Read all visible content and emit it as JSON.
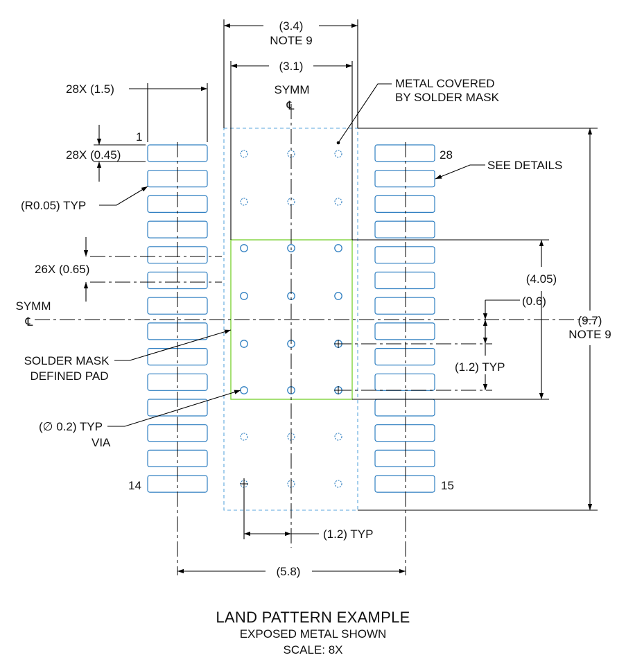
{
  "colors": {
    "pad": "#2f7fc1",
    "solder_mask_line": "#5aa5dd",
    "green_pad": "#7fd33a",
    "line": "#000000"
  },
  "pins": {
    "pin1": "1",
    "pin14": "14",
    "pin15": "15",
    "pin28": "28"
  },
  "symm": {
    "top_text": "SYMM",
    "left_text": "SYMM",
    "cl_glyph": "℄"
  },
  "dimensions": {
    "width_outer": "(3.4)",
    "width_outer_note": "NOTE 9",
    "width_inner": "(3.1)",
    "pad_length": "28X (1.5)",
    "pad_width": "28X (0.45)",
    "pitch": "26X (0.65)",
    "thermal_height": "(4.05)",
    "half_pitch": "(0.6)",
    "via_pitch_v": "(1.2) TYP",
    "total_height": "(9.7)",
    "total_height_note": "NOTE 9",
    "via_pitch_h": "(1.2) TYP",
    "span": "(5.8)"
  },
  "labels": {
    "metal_covered_1": "METAL COVERED",
    "metal_covered_2": "BY SOLDER MASK",
    "see_details": "SEE DETAILS",
    "radius": "(R0.05) TYP",
    "mask_pad_1": "SOLDER MASK",
    "mask_pad_2": "DEFINED PAD",
    "via_1": "(∅ 0.2) TYP",
    "via_2": "VIA"
  },
  "caption": {
    "title": "LAND PATTERN EXAMPLE",
    "subtitle": "EXPOSED METAL SHOWN",
    "scale": "SCALE: 8X"
  }
}
